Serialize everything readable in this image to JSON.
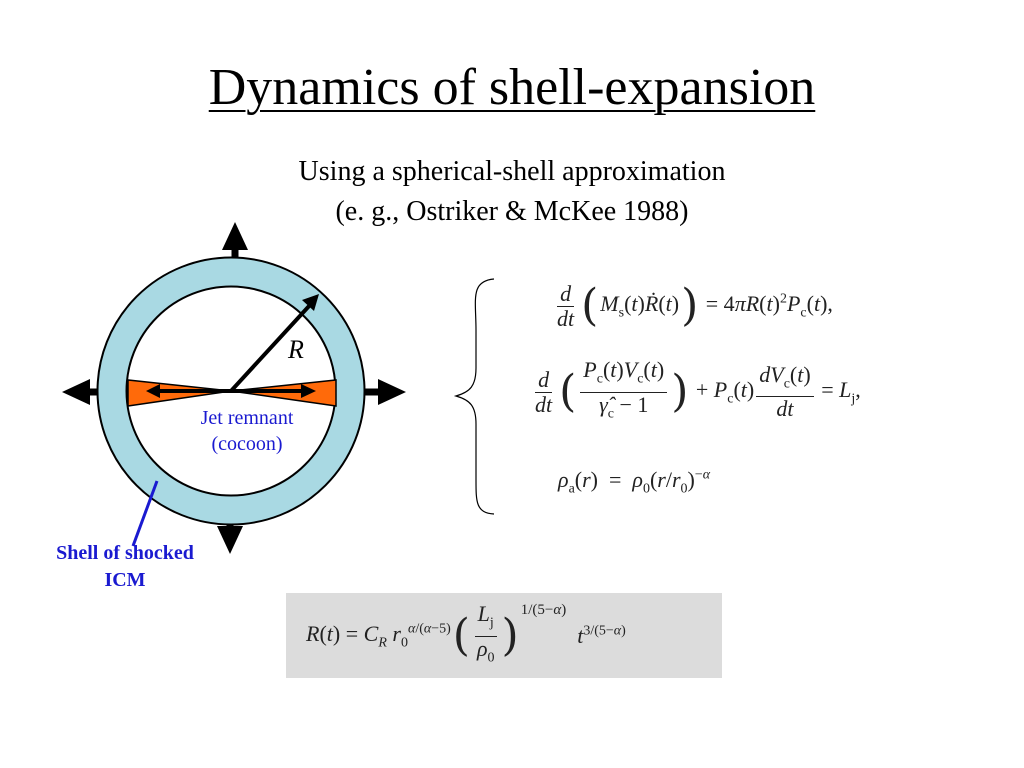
{
  "slide": {
    "title": "Dynamics of shell-expansion",
    "subtitle_line1": "Using a spherical-shell approximation",
    "subtitle_line2": "(e. g., Ostriker & McKee 1988)"
  },
  "diagram": {
    "radius_label": "R",
    "jet_label_line1": "Jet remnant",
    "jet_label_line2": "(cocoon)",
    "shell_label_line1": "Shell of shocked",
    "shell_label_line2": "ICM",
    "colors": {
      "shell_fill": "#a9d9e3",
      "jet_fill": "#ff6a0a",
      "label_blue": "#1a1ad0"
    }
  },
  "equations": {
    "eq1": "d/dt ( M_s(t) Ṙ(t) ) = 4πR(t)^2 P_c(t),",
    "eq2": "d/dt ( P_c(t)V_c(t) / (γ̂_c − 1) ) + P_c(t) dV_c(t)/dt = L_j,",
    "eq3": "ρ_a(r) = ρ_0(r/r_0)^−α",
    "final": "R(t) = C_R r_0^{α/(α−5)} (L_j/ρ_0)^{1/(5−α)} t^{3/(5−α)}"
  }
}
